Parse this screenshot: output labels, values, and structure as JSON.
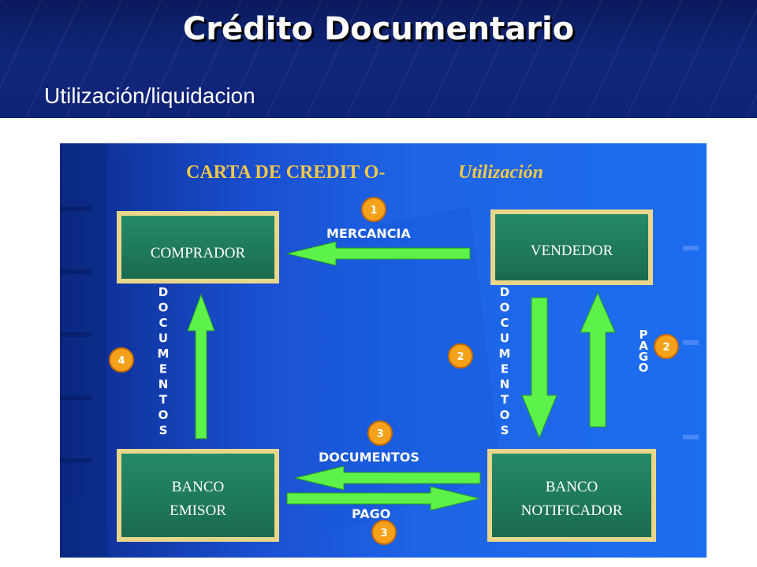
{
  "slide": {
    "title": "Crédito Documentario",
    "subtitle": "Utilización/liquidacion"
  },
  "diagram": {
    "heading_main": "CARTA DE CREDIT O-",
    "heading_italic": "Utilización",
    "boxes": {
      "comprador": [
        "COMPRADOR"
      ],
      "vendedor": [
        "VENDEDOR"
      ],
      "banco_emisor": [
        "BANCO",
        "EMISOR"
      ],
      "banco_notificador": [
        "BANCO",
        "NOTIFICADOR"
      ]
    },
    "labels": {
      "mercancia": "MERCANCIA",
      "documentos": "DOCUMENTOS",
      "pago": "PAGO"
    },
    "vertical_labels": {
      "left_documentos": [
        "D",
        "O",
        "C",
        "U",
        "M",
        "E",
        "N",
        "T",
        "O",
        "S"
      ],
      "right_documentos": [
        "D",
        "O",
        "C",
        "U",
        "M",
        "E",
        "N",
        "T",
        "O",
        "S"
      ],
      "right_pago": [
        "P",
        "A",
        "G",
        "O"
      ]
    },
    "steps": {
      "mercancia": "1",
      "documentos_right": "2",
      "pago_right": "2",
      "documentos_bottom": "3",
      "pago_bottom": "3",
      "documentos_left": "4"
    },
    "colors": {
      "box_fill": "#1f7a5c",
      "box_border": "#e8d68a",
      "arrow": "#5cf24a",
      "step_badge": "#f5a21a",
      "heading": "#f2c84b",
      "background": "#1e64e6"
    }
  }
}
